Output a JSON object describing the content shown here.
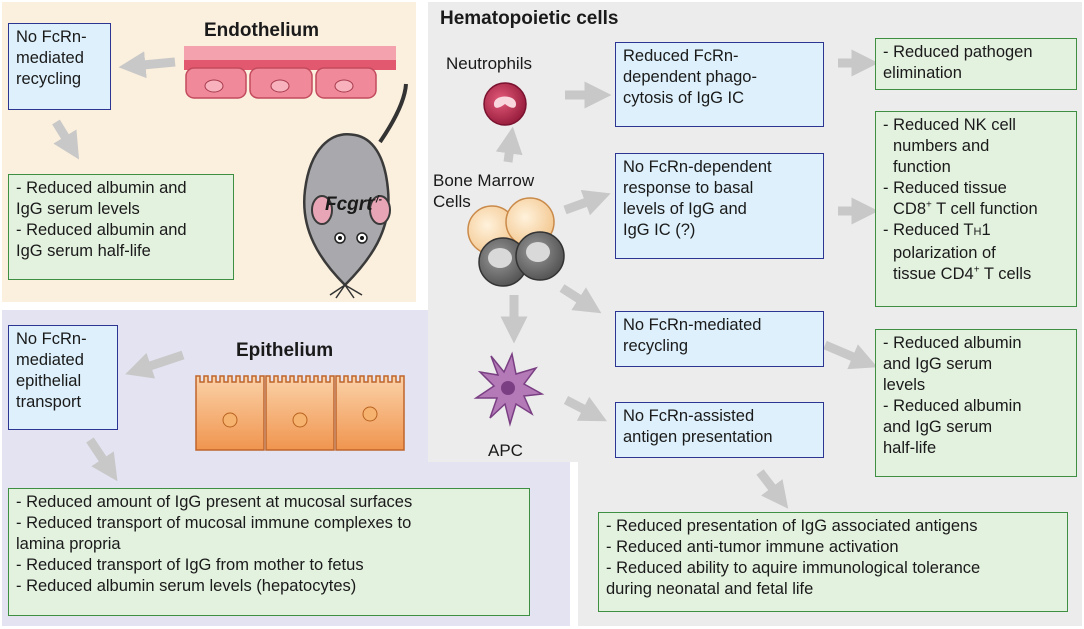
{
  "colors": {
    "endothelium_bg": "#fbefdd",
    "epithelium_bg": "#e3e3f2",
    "hematopoietic_bg": "#ececec",
    "blue_box": "#ddf0fb",
    "blue_border": "#2d3592",
    "green_box": "#e3f1df",
    "green_border": "#3f8f42",
    "arrow": "#c8c8c8"
  },
  "endothelium": {
    "title": "Endothelium",
    "box_recycling": "No FcRn-\nmediated\nrecycling",
    "box_effects": "- Reduced albumin and\nIgG serum levels\n- Reduced albumin and\nIgG serum half-life",
    "mouse_label_main": "Fcgrt",
    "mouse_label_sup": "-/-"
  },
  "epithelium": {
    "title": "Epithelium",
    "box_transport": "No FcRn-\nmediated\nepithelial\ntransport",
    "box_effects": "- Reduced amount of IgG present at mucosal surfaces\n- Reduced transport of mucosal immune complexes to\nlamina  propria\n- Reduced transport of IgG from mother to fetus\n- Reduced albumin serum levels (hepatocytes)"
  },
  "hematopoietic": {
    "title": "Hematopoietic cells",
    "neutrophils_label": "Neutrophils",
    "bone_marrow_label": "Bone Marrow\nCells",
    "apc_label": "APC",
    "box_phagocytosis": "Reduced FcRn-\ndependent phago-\ncytosis of IgG IC",
    "box_basal": "No FcRn-dependent\nresponse to basal\nlevels of IgG and\nIgG IC (?)",
    "box_recycling": "No FcRn-mediated\nrecycling",
    "box_antigen": "No FcRn-assisted\nantigen presentation",
    "effect_pathogen": "- Reduced pathogen\nelimination",
    "effect_nk": {
      "line1": "- Reduced NK cell",
      "line2": "numbers and",
      "line3": "function",
      "line4": "- Reduced tissue",
      "line5_pre": "CD8",
      "line5_sup": "+",
      "line5_post": " T cell function",
      "line6_pre": "- Reduced T",
      "line6_sub": "H",
      "line6_post": "1",
      "line7": "polarization of",
      "line8_pre": "tissue CD4",
      "line8_sup": "+",
      "line8_post": " T cells"
    },
    "effect_albumin": "- Reduced albumin\nand IgG serum\nlevels\n- Reduced albumin\nand IgG serum\nhalf-life",
    "effect_antigen": "- Reduced presentation of IgG associated antigens\n- Reduced anti-tumor immune  activation\n- Reduced ability to aquire immunological tolerance\nduring neonatal and fetal life"
  }
}
